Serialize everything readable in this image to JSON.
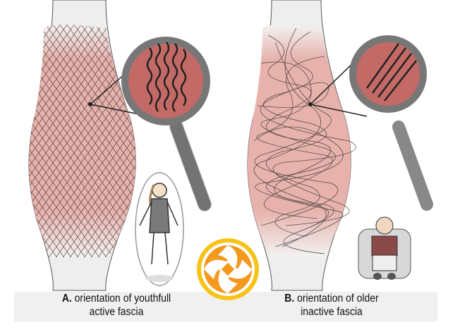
{
  "captions": {
    "a": {
      "letter": "A.",
      "line1": "orientation of youthfull",
      "line2": "active fascia"
    },
    "b": {
      "letter": "B.",
      "line1": "orientation of older",
      "line2": "inactive fascia"
    }
  },
  "colors": {
    "muscle": "#e8b4ae",
    "band": "#f0f0f0",
    "glass": "#c46a66",
    "logo": "#f39a1e"
  }
}
